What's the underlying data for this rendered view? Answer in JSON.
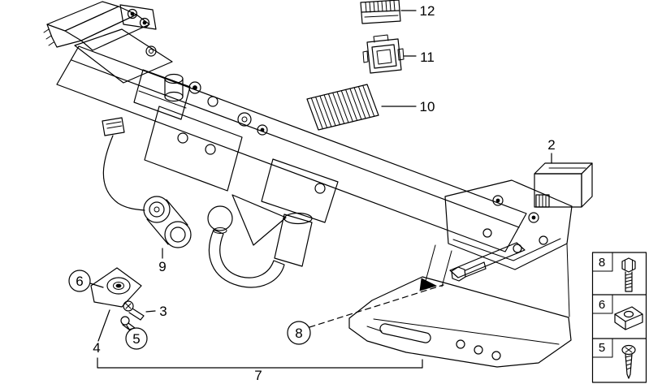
{
  "page": {
    "description": "exploded-parts-line-diagram-tow-hitch",
    "colors": {
      "background": "#ffffff",
      "line": "#000000"
    }
  },
  "callouts": {
    "n2": {
      "label": "2"
    },
    "n3": {
      "label": "3"
    },
    "n4": {
      "label": "4"
    },
    "n5": {
      "label": "5"
    },
    "n6": {
      "label": "6"
    },
    "n7": {
      "label": "7"
    },
    "n8": {
      "label": "8"
    },
    "n9": {
      "label": "9"
    },
    "n10": {
      "label": "10"
    },
    "n11": {
      "label": "11"
    },
    "n12": {
      "label": "12"
    }
  },
  "legend": {
    "items": [
      {
        "number": "8",
        "icon": "hex-bolt-icon"
      },
      {
        "number": "6",
        "icon": "clip-nut-icon"
      },
      {
        "number": "5",
        "icon": "tapping-screw-icon"
      }
    ]
  }
}
